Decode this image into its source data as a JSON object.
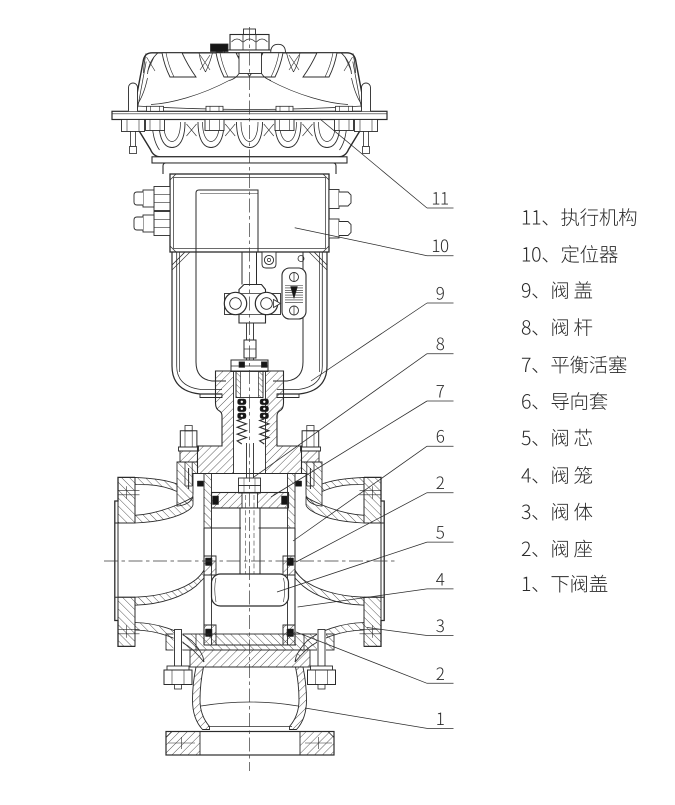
{
  "figure": {
    "kind": "engineering cross-section drawing",
    "line_color": "#2b2b2b",
    "background": "#ffffff"
  },
  "callouts": [
    {
      "number": "11"
    },
    {
      "number": "10"
    },
    {
      "number": "9"
    },
    {
      "number": "8"
    },
    {
      "number": "7"
    },
    {
      "number": "6"
    },
    {
      "number": "2"
    },
    {
      "number": "5"
    },
    {
      "number": "4"
    },
    {
      "number": "3"
    },
    {
      "number": "2"
    },
    {
      "number": "1"
    }
  ],
  "legend": {
    "items": [
      {
        "no": "11",
        "name": "执行机构",
        "text": "11、执行机构"
      },
      {
        "no": "10",
        "name": "定位器",
        "text": "10、定位器"
      },
      {
        "no": "9",
        "name": "阀盖",
        "text": "9、阀 盖"
      },
      {
        "no": "8",
        "name": "阀杆",
        "text": "8、阀 杆"
      },
      {
        "no": "7",
        "name": "平衡活塞",
        "text": "7、平衡活塞"
      },
      {
        "no": "6",
        "name": "导向套",
        "text": "6、导向套"
      },
      {
        "no": "5",
        "name": "阀芯",
        "text": "5、阀 芯"
      },
      {
        "no": "4",
        "name": "阀笼",
        "text": "4、阀 笼"
      },
      {
        "no": "3",
        "name": "阀体",
        "text": "3、阀 体"
      },
      {
        "no": "2",
        "name": "阀座",
        "text": "2、阀 座"
      },
      {
        "no": "1",
        "name": "下阀盖",
        "text": "1、下阀盖"
      }
    ]
  }
}
